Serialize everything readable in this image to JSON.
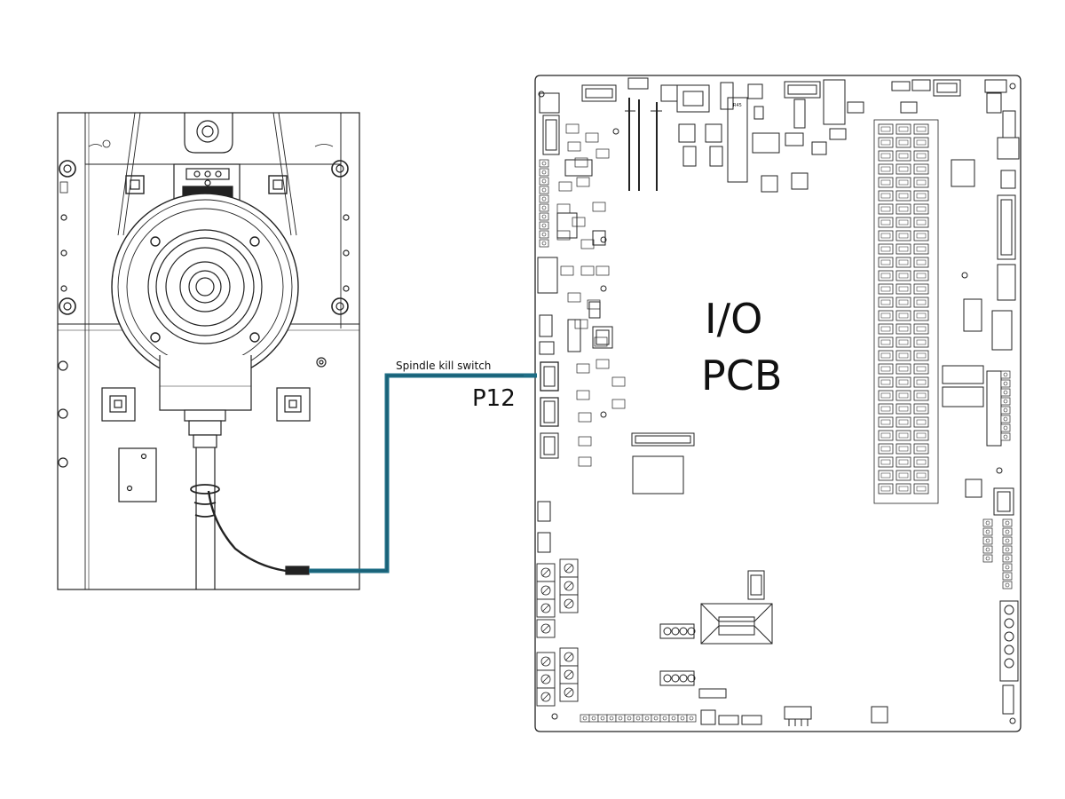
{
  "board": {
    "line1": "I/O",
    "line2": "PCB"
  },
  "connector": {
    "label": "P12"
  },
  "cable": {
    "label": "Spindle kill switch",
    "color": "#1f6e86"
  },
  "icons": {
    "spindle": "spindle-assembly-drawing",
    "pcb": "circuit-board-drawing"
  }
}
